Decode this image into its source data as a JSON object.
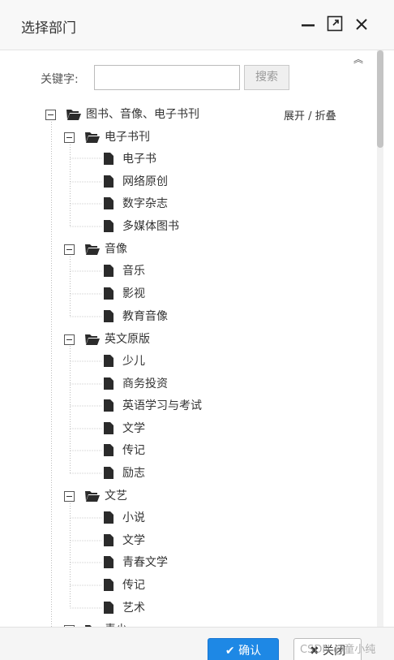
{
  "dialog": {
    "title": "选择部门",
    "minimize_icon": "minimize-icon",
    "maximize_icon": "maximize-icon",
    "close_icon": "close-icon"
  },
  "search": {
    "label": "关键字:",
    "value": "",
    "placeholder": "",
    "button_label": "搜索"
  },
  "expand_toggle": "展开 / 折叠",
  "tree": {
    "root": "图书、音像、电子书刊",
    "groups": [
      {
        "label": "电子书刊",
        "items": [
          "电子书",
          "网络原创",
          "数字杂志",
          "多媒体图书"
        ]
      },
      {
        "label": "音像",
        "items": [
          "音乐",
          "影视",
          "教育音像"
        ]
      },
      {
        "label": "英文原版",
        "items": [
          "少儿",
          "商务投资",
          "英语学习与考试",
          "文学",
          "传记",
          "励志"
        ]
      },
      {
        "label": "文艺",
        "items": [
          "小说",
          "文学",
          "青春文学",
          "传记",
          "艺术"
        ]
      },
      {
        "label": "青少",
        "items": []
      }
    ]
  },
  "footer": {
    "confirm_label": "确认",
    "close_label": "关闭"
  },
  "watermark": "CSDN @童小纯",
  "colors": {
    "primary": "#1e88e5"
  }
}
